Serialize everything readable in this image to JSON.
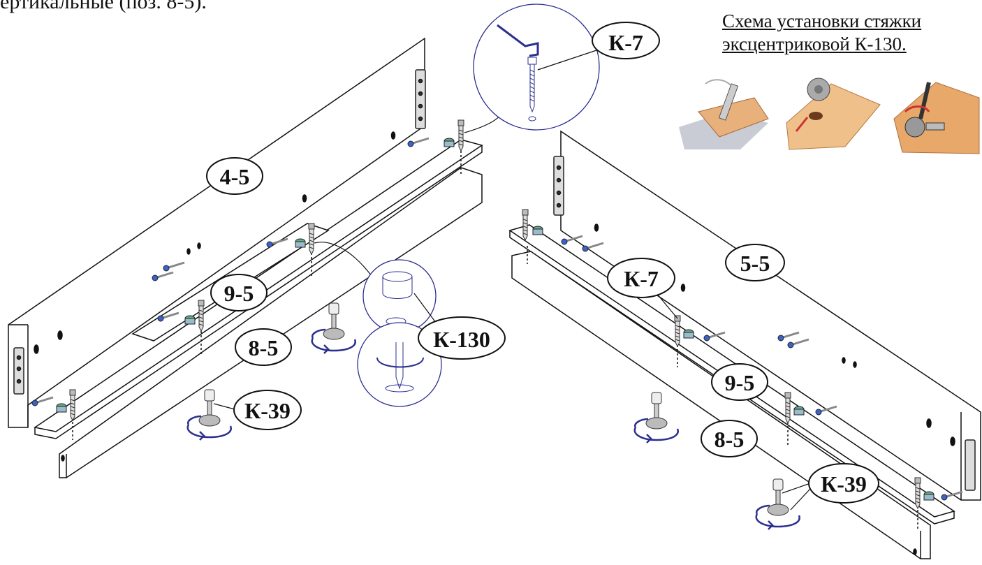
{
  "intro_text": "ертикальные (поз. 8-5).",
  "schema": {
    "title_line1": "Схема установки стяжки",
    "title_line2": "эксцентриковой К-130."
  },
  "labels": {
    "k7_top": "К-7",
    "p4_5": "4-5",
    "p9_5_left": "9-5",
    "p8_5_left": "8-5",
    "k130": "К-130",
    "k39_left": "К-39",
    "p5_5": "5-5",
    "k7_right": "К-7",
    "p9_5_right": "9-5",
    "p8_5_right": "8-5",
    "k39_right": "К-39"
  },
  "colors": {
    "line": "#111111",
    "accent_blue": "#2b2f8f",
    "screw_grey": "#9a9a9a",
    "wood": "#e8b07a"
  }
}
